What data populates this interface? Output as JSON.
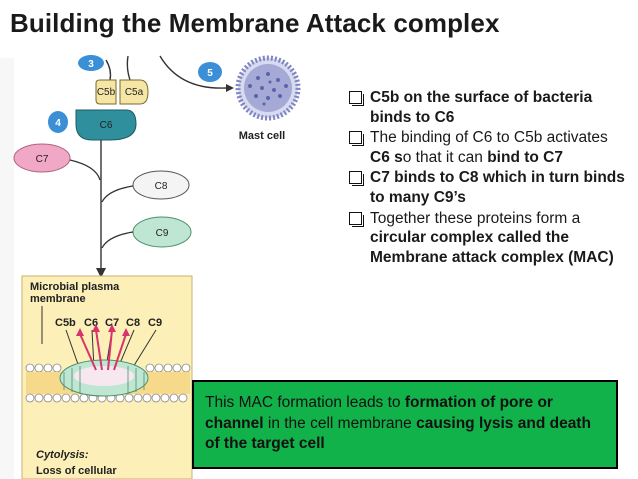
{
  "title": "Building the Membrane Attack complex",
  "diagram": {
    "steps": [
      "3",
      "4",
      "5"
    ],
    "proteins": {
      "c5b": "C5b",
      "c5a": "C5a",
      "c6": "C6",
      "c7": "C7",
      "c8": "C8",
      "c9": "C9"
    },
    "mast_cell": "Mast cell",
    "membrane_label": [
      "Microbial plasma",
      "membrane"
    ],
    "pore_labels": [
      "C5b",
      "C6",
      "C7",
      "C8",
      "C9"
    ],
    "cytolysis": "Cytolysis:",
    "cytolysis_sub": "Loss of cellular"
  },
  "bullets": [
    {
      "segments": [
        {
          "text": "C5b on the surface of bacteria binds to C6",
          "bold": true
        }
      ]
    },
    {
      "segments": [
        {
          "text": "The binding of C6 to C5b activates ",
          "bold": false
        },
        {
          "text": "C6 s",
          "bold": true
        },
        {
          "text": "o that it can ",
          "bold": false
        },
        {
          "text": "bind to C7",
          "bold": true
        }
      ]
    },
    {
      "segments": [
        {
          "text": "C7 binds to C8 which in turn binds to many C9’s",
          "bold": true
        }
      ]
    },
    {
      "segments": [
        {
          "text": "Together these proteins form a ",
          "bold": false
        },
        {
          "text": "circular complex called the Membrane attack complex (MAC)",
          "bold": true
        }
      ]
    }
  ],
  "note": {
    "segments": [
      {
        "text": "This MAC formation leads to ",
        "bold": false
      },
      {
        "text": "formation of pore or channel",
        "bold": true
      },
      {
        "text": " in the cell membrane ",
        "bold": false
      },
      {
        "text": "causing lysis and death of the target cell",
        "bold": true
      }
    ]
  },
  "colors": {
    "note_bg": "#12b24a",
    "c5_fill": "#f5e6a6",
    "c6_fill": "#2f8f9c",
    "c7_fill": "#f1a7c6",
    "c8_fill": "#f4f4f4",
    "c9_fill": "#bfe6d2",
    "step_badge": "#3b8fd6",
    "membrane_bg": "#fcefb8",
    "mast_cell": "#a4a9d6"
  }
}
